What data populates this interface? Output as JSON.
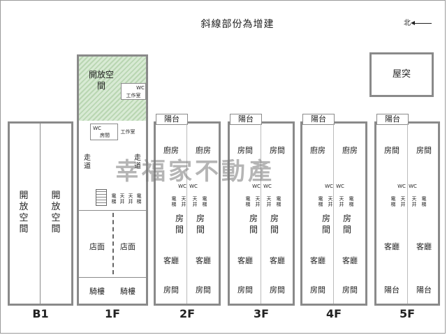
{
  "header": {
    "title": "斜線部份為增建",
    "north_label": "北"
  },
  "roof": {
    "label": "屋突"
  },
  "floors": {
    "b1": {
      "label": "B1",
      "open_space": "開放空間"
    },
    "f1": {
      "label": "1F",
      "open_space": "開放空間",
      "wc": "WC",
      "workroom": "工作室",
      "room": "房間",
      "work": "工作室",
      "corridor": "走道",
      "shop": "店面",
      "arcade": "騎樓",
      "elevator": "電梯",
      "shaft": "天井"
    },
    "f2": {
      "label": "2F",
      "balcony": "陽台",
      "kitchen": "廚房",
      "room": "房間",
      "living": "客廳",
      "wc": "WC",
      "elevator": "電梯",
      "shaft": "天井"
    },
    "f3": {
      "label": "3F",
      "balcony": "陽台",
      "room": "房間",
      "living": "客廳",
      "wc": "WC",
      "elevator": "電梯",
      "shaft": "天井"
    },
    "f4": {
      "label": "4F",
      "balcony": "陽台",
      "kitchen": "廚房",
      "room": "房間",
      "living": "客廳",
      "wc": "WC",
      "elevator": "電梯",
      "shaft": "天井"
    },
    "f5": {
      "label": "5F",
      "balcony": "陽台",
      "room": "房間",
      "living": "客廳",
      "wc": "WC",
      "elevator": "電梯",
      "shaft": "天井"
    }
  },
  "watermark": "幸福家不動產"
}
